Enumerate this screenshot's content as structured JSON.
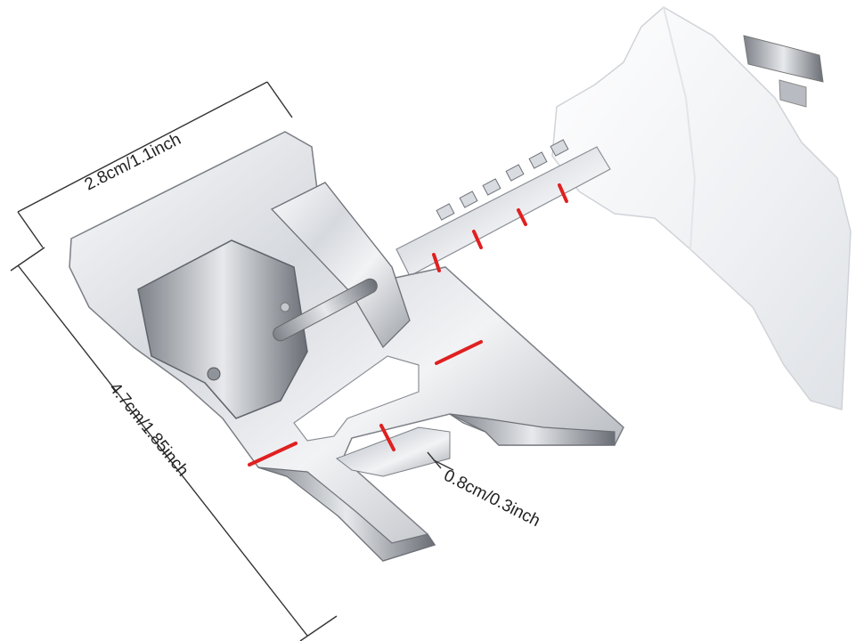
{
  "labels": {
    "width_dim": "2.8cm/1.1inch",
    "length_dim": "4.7cm/1.85inch",
    "gap_dim": "0.8cm/0.3inch"
  },
  "colors": {
    "metal_light": "#f4f5f7",
    "metal_mid": "#c9ccd1",
    "metal_dark": "#6e7178",
    "guide_plastic": "#f3f4f6",
    "scale_red": "#e02020",
    "dimension_line": "#333333"
  }
}
